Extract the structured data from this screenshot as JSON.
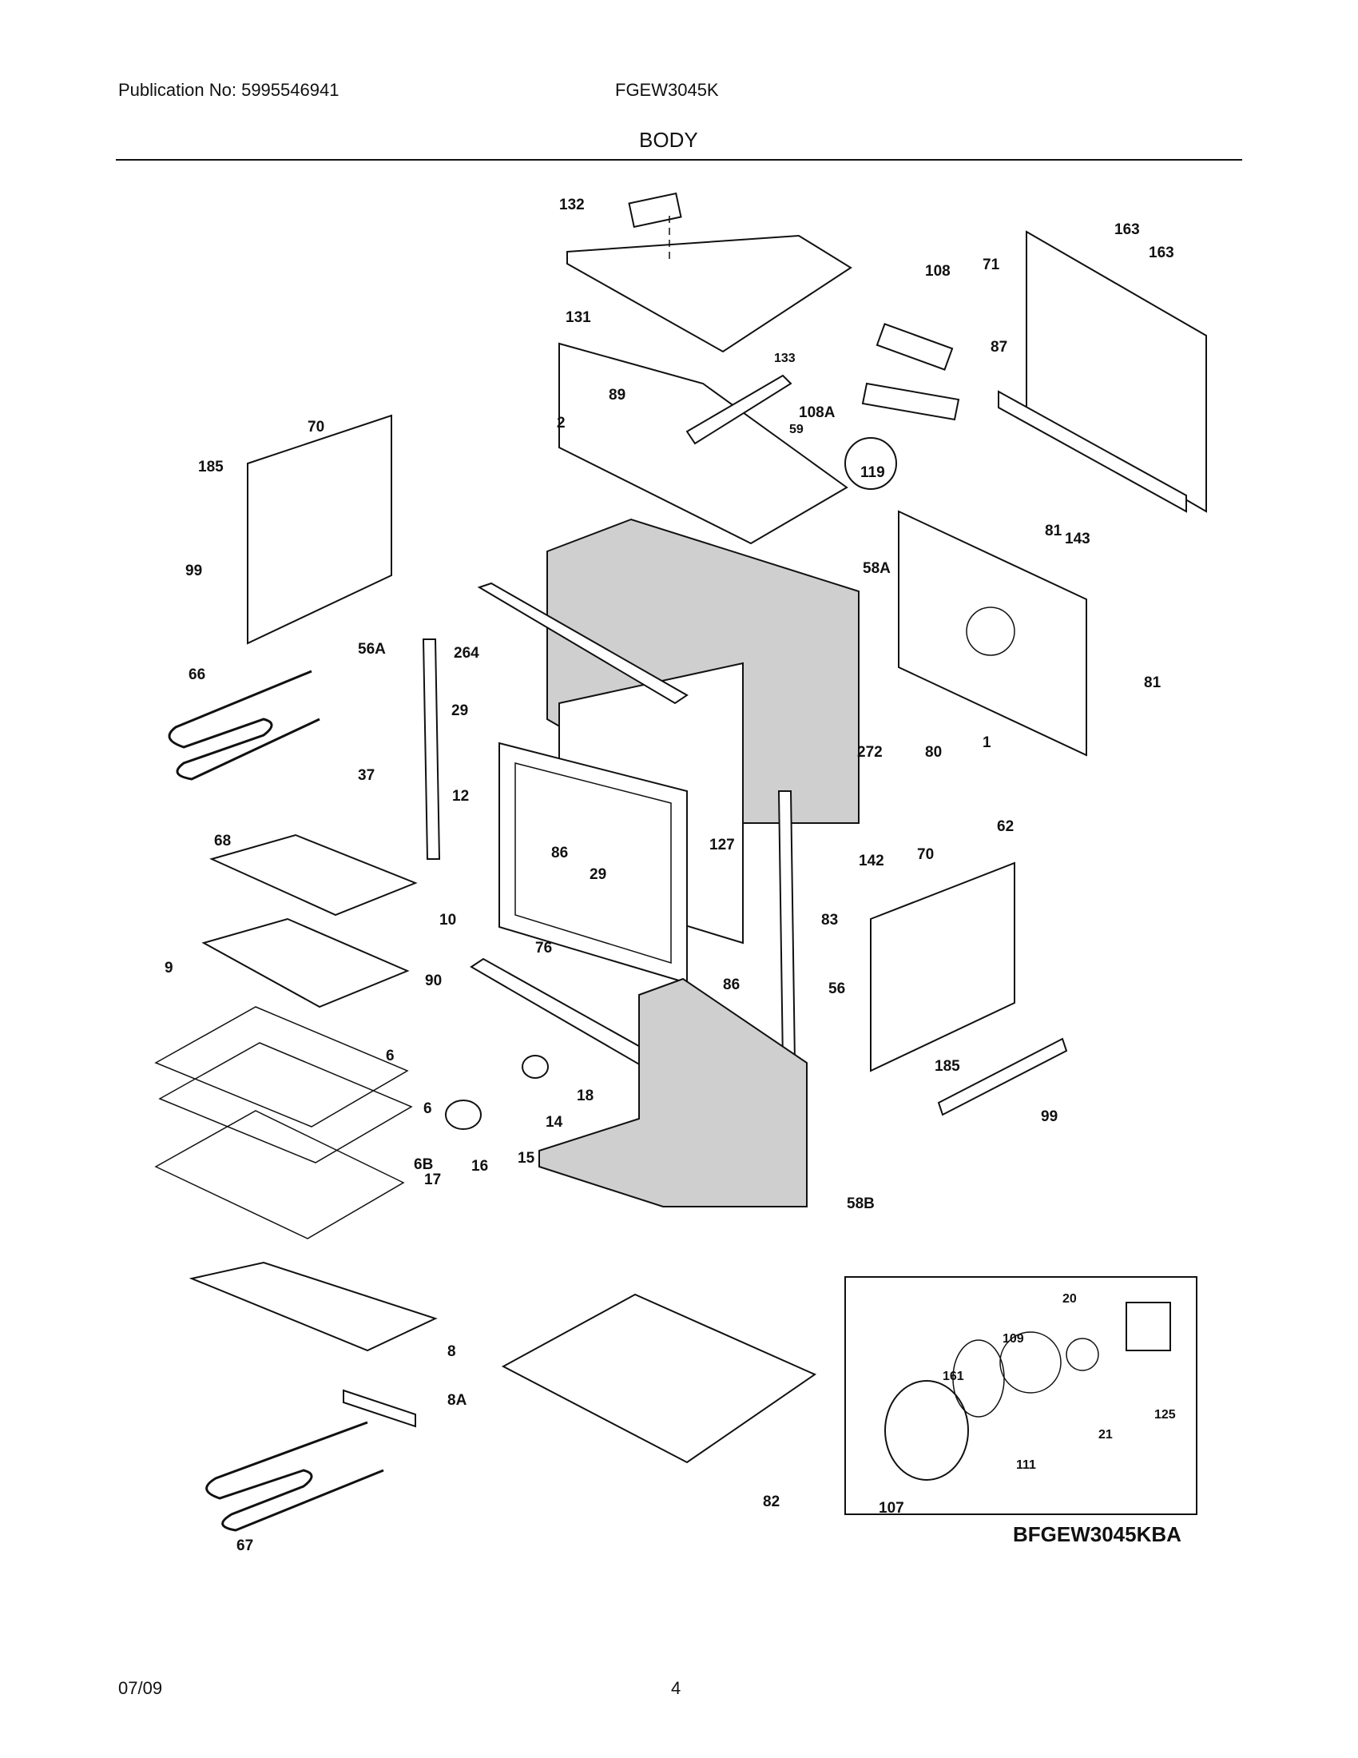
{
  "header": {
    "publication": "Publication No: 5995546941",
    "model": "FGEW3045K",
    "section": "BODY"
  },
  "footer": {
    "date": "07/09",
    "page": "4"
  },
  "figure_code": "BFGEW3045KBA",
  "callouts": [
    "132",
    "131",
    "133",
    "163",
    "163",
    "71",
    "108",
    "108A",
    "87",
    "89",
    "2",
    "59",
    "119",
    "70",
    "185",
    "99",
    "58A",
    "81",
    "143",
    "264",
    "56A",
    "66",
    "29",
    "12",
    "37",
    "68",
    "272",
    "80",
    "1",
    "81",
    "62",
    "142",
    "127",
    "70",
    "86",
    "29",
    "10",
    "83",
    "9",
    "76",
    "86",
    "90",
    "56",
    "185",
    "6",
    "18",
    "6",
    "14",
    "99",
    "16",
    "15",
    "17",
    "6B",
    "58B",
    "8",
    "8A",
    "82",
    "67",
    "20",
    "109",
    "161",
    "125",
    "21",
    "111",
    "107"
  ]
}
